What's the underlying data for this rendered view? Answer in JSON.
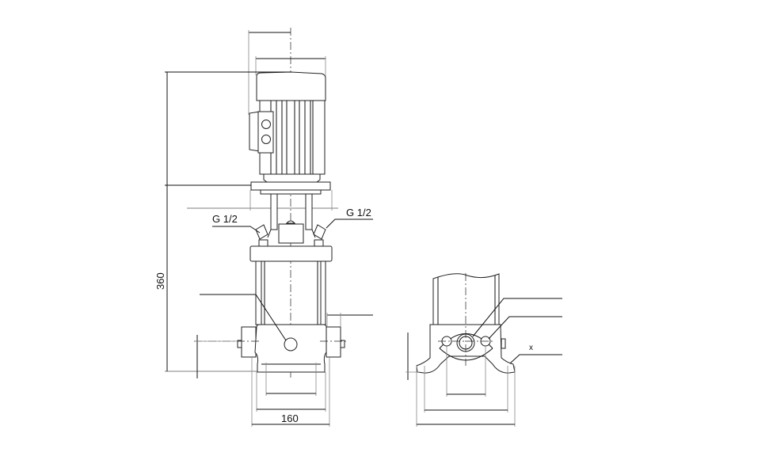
{
  "drawing": {
    "title": "Pump dimensional drawing",
    "labels": {
      "port_left": "G 1/2",
      "port_right": "G 1/2",
      "height_dim": "360",
      "base_width_dim": "160",
      "side_marker": "x"
    }
  }
}
